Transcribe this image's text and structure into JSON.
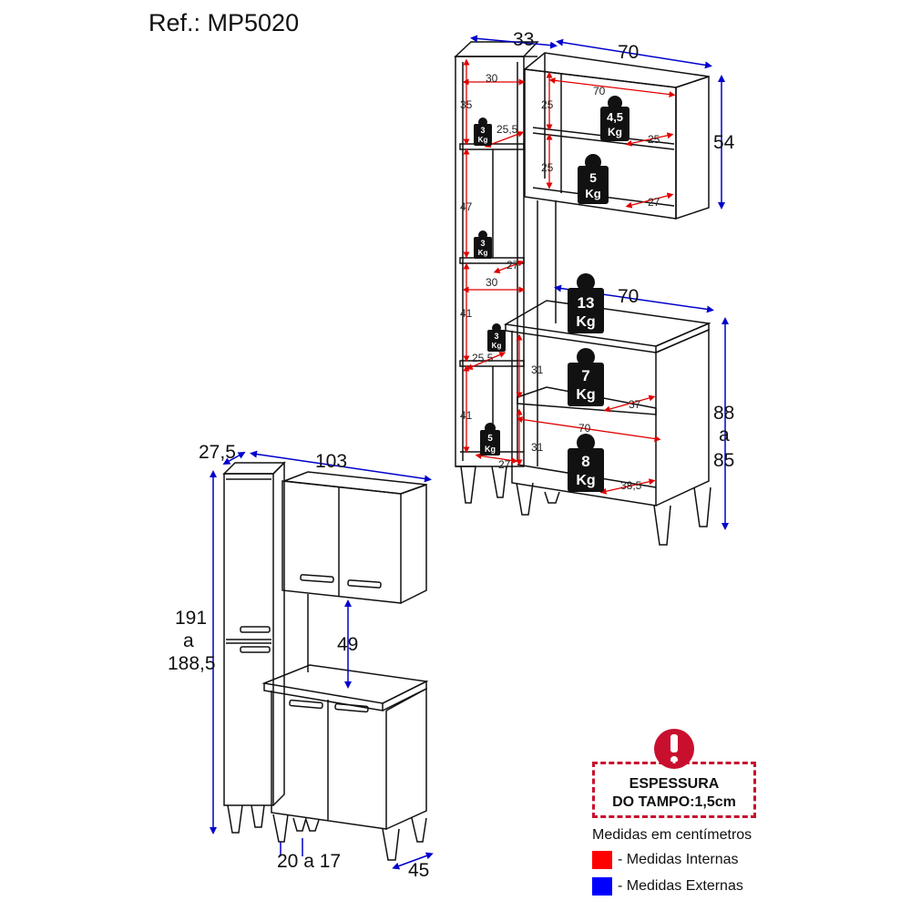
{
  "ref": "Ref.: MP5020",
  "external_dims": {
    "top_depth": "33",
    "top_width": "70",
    "wall_height": "54",
    "base_width": "70",
    "base_height_1": "88",
    "base_height_a": "a",
    "base_height_2": "85",
    "side_depth": "27,5",
    "total_width": "103",
    "total_height_1": "191",
    "total_height_a": "a",
    "total_height_2": "188,5",
    "gap": "49",
    "foot_range": "20 a 17",
    "base_depth": "45"
  },
  "internal_dims": {
    "tall_shelf_width_top": "30",
    "tall_gap_1": "35",
    "tall_shelf_depth_1": "25,5",
    "tall_gap_2": "47",
    "tall_shelf_depth_2": "27",
    "tall_shelf_width_mid": "30",
    "tall_gap_3": "41",
    "tall_shelf_depth_3": "25,5",
    "tall_gap_4": "41",
    "tall_shelf_depth_4": "27",
    "wall_inner_width": "70",
    "wall_gap_1": "25",
    "wall_shelf_depth_1": "25",
    "wall_gap_2": "25",
    "wall_shelf_depth_2": "27",
    "base_gap_1": "31",
    "base_shelf_depth_1": "37",
    "base_inner_width": "70",
    "base_gap_2": "31",
    "base_shelf_depth_2": "38,5"
  },
  "weights": {
    "tall_1": [
      "3",
      "Kg"
    ],
    "tall_2": [
      "3",
      "Kg"
    ],
    "tall_3": [
      "3",
      "Kg"
    ],
    "tall_4": [
      "5",
      "Kg"
    ],
    "wall_1": [
      "4,5",
      "Kg"
    ],
    "wall_2": [
      "5",
      "Kg"
    ],
    "top": [
      "13",
      "Kg"
    ],
    "base_1": [
      "7",
      "Kg"
    ],
    "base_2": [
      "8",
      "Kg"
    ]
  },
  "legend": {
    "warning_line1": "ESPESSURA",
    "warning_line2": "DO TAMPO:1,5cm",
    "note": "Medidas em centímetros",
    "internal_label": "- Medidas Internas",
    "external_label": "- Medidas Externas",
    "internal_color": "#ff0000",
    "external_color": "#0000ff",
    "warning_color": "#c8102e"
  }
}
